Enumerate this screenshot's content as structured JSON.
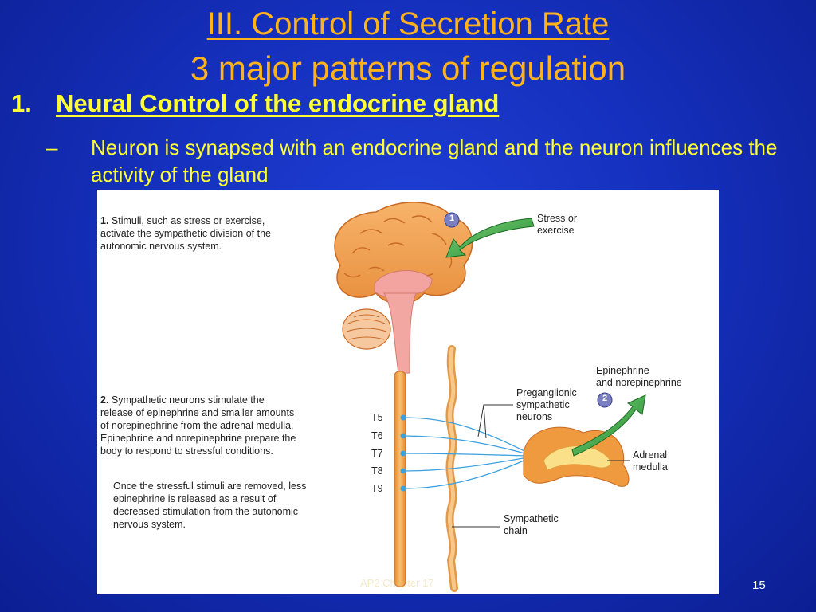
{
  "slide": {
    "title_line1": "III. Control of Secretion Rate",
    "title_line2": "3 major patterns of regulation",
    "heading_num": "1.",
    "heading_text": "Neural Control of the endocrine gland",
    "bullet_dash": "–",
    "bullet_text": "Neuron is synapsed with an endocrine gland and the neuron influences the activity of the gland",
    "footer": "AP2 Chapter 17",
    "page_number": "15"
  },
  "figure": {
    "step1_num": "1.",
    "step1_text": "Stimuli, such as stress or exercise, activate the sympathetic division of the autonomic nervous system.",
    "step2_num": "2.",
    "step2_text": "Sympathetic neurons stimulate the release of epinephrine and smaller amounts of norepinephrine from the adrenal medulla. Epinephrine and norepinephrine prepare the body to respond to stressful conditions.",
    "step2b_text": "Once the stressful stimuli are removed, less epinephrine is released as a result of decreased stimulation from the autonomic nervous system.",
    "marker1": "1",
    "marker2": "2",
    "stress_label_1": "Stress or",
    "stress_label_2": "exercise",
    "epi_label_1": "Epinephrine",
    "epi_label_2": "and norepinephrine",
    "pregang_1": "Preganglionic",
    "pregang_2": "sympathetic",
    "pregang_3": "neurons",
    "adrenal_1": "Adrenal",
    "adrenal_2": "medulla",
    "chain_1": "Sympathetic",
    "chain_2": "chain",
    "t_labels": [
      "T5",
      "T6",
      "T7",
      "T8",
      "T9"
    ]
  }
}
